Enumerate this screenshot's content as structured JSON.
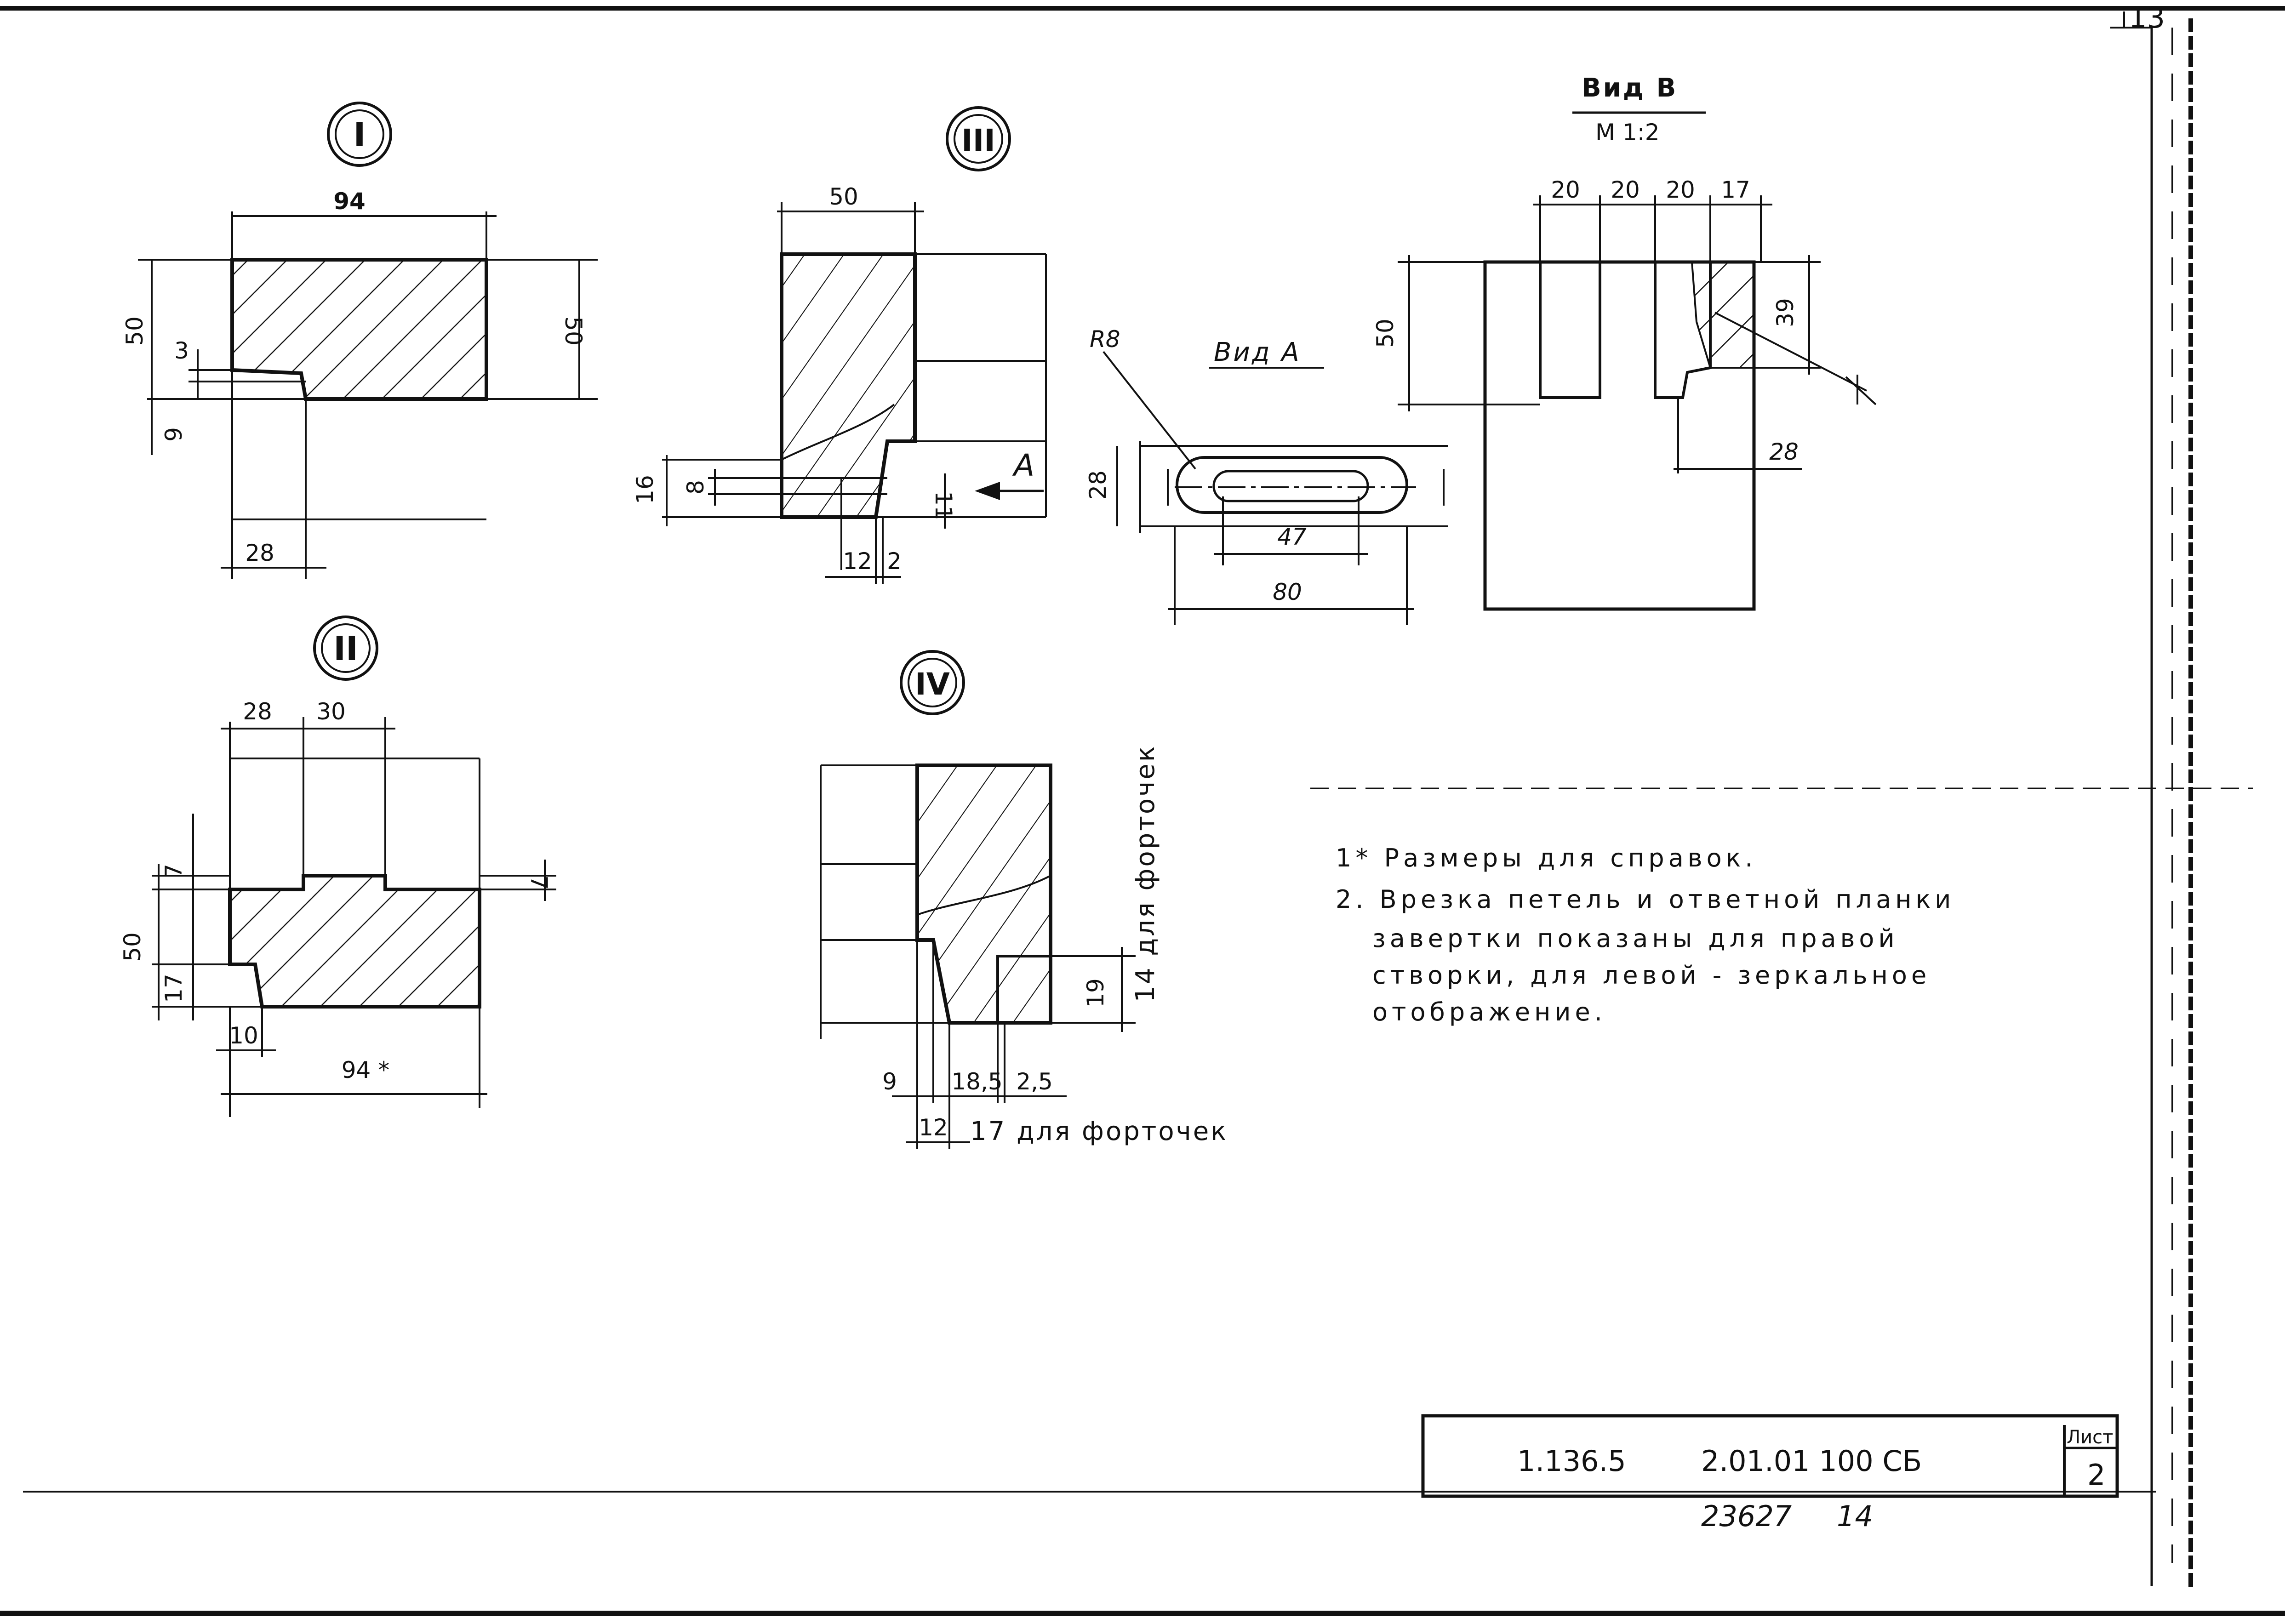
{
  "sheet_corner_number": "13",
  "sections": {
    "s1": {
      "marker": "I",
      "dims": {
        "width": "94",
        "height_left": "50",
        "height_right": "50",
        "step_small": "3",
        "step_lower": "9",
        "bottom": "28"
      }
    },
    "s2": {
      "marker": "II",
      "dims": {
        "top_left": "28",
        "top_right": "30",
        "left_upper": "7",
        "right_upper": "7",
        "height": "50",
        "left_lower": "17",
        "bottom_small": "10",
        "bottom_total": "94 *"
      }
    },
    "s3": {
      "marker": "III",
      "dims": {
        "width": "50",
        "left_outer": "16",
        "left_inner": "8",
        "right_inner": "11",
        "bottom_a": "12",
        "bottom_b": "2"
      },
      "arrow_label": "A"
    },
    "s4": {
      "marker": "IV",
      "dims": {
        "bottom_a": "9",
        "bottom_b": "18,5",
        "bottom_c": "2,5",
        "bottom_d": "12",
        "bottom_e": "17 для форточек",
        "right_h": "19",
        "right_vertical": "14 для форточек"
      }
    }
  },
  "view_a": {
    "title": "Вид А",
    "dims": {
      "radius": "R8",
      "height": "28",
      "slot_length": "47",
      "total_length": "80"
    }
  },
  "view_b": {
    "title": "Вид В",
    "scale": "М 1:2",
    "dims": {
      "top_1": "20",
      "top_2": "20",
      "top_3": "20",
      "top_4": "17",
      "height": "50",
      "right_h": "39",
      "bottom": "28"
    }
  },
  "notes": [
    "1* Размеры для справок.",
    "2. Врезка петель и ответной планки",
    "завертки показаны для правой",
    "створки, для левой - зеркальное",
    "отображение."
  ],
  "title_block": {
    "code_1": "1.136.5",
    "code_2": "2.01.01 100 СБ",
    "sheet_label": "Лист",
    "sheet_number": "2",
    "archive_number": "23627",
    "archive_page": "14"
  },
  "colors": {
    "ink": "#111111",
    "paper": "#ffffff"
  }
}
